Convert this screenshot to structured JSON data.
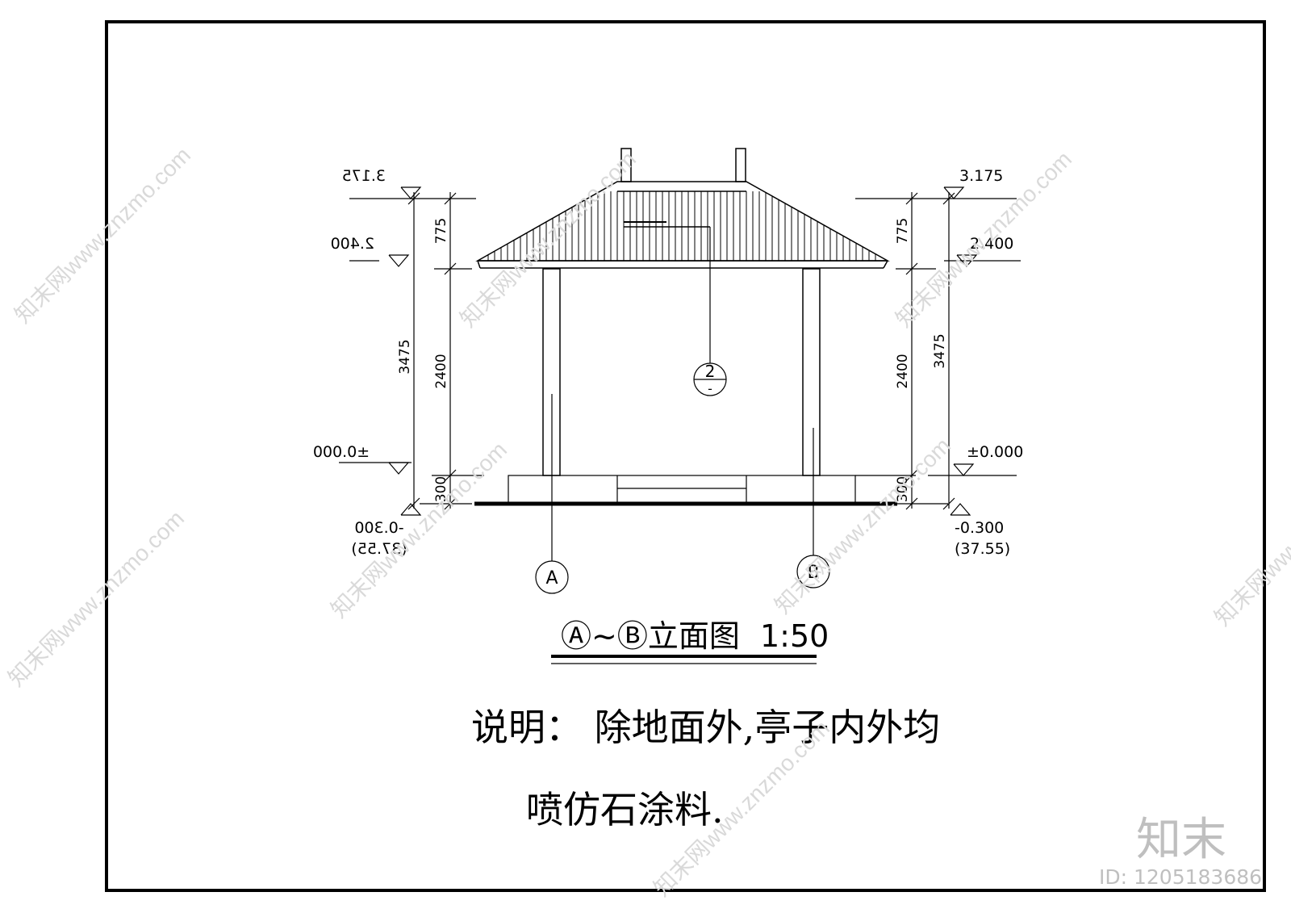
{
  "drawing": {
    "title": "Ⓐ~Ⓑ立面图",
    "scale": "1:50"
  },
  "levels": {
    "left": {
      "roof_top": "3.175",
      "eave": "2.400",
      "floor": "±0.000",
      "ground": "-0.300",
      "ground_abs": "(37.55)"
    },
    "right": {
      "roof_top": "3.175",
      "eave": "2.400",
      "floor": "±0.000",
      "ground": "-0.300",
      "ground_abs": "(37.55)"
    }
  },
  "dimensions": {
    "roof": "775",
    "column_height": "2400",
    "total_height": "3475",
    "plinth": "300"
  },
  "axes": {
    "a": "A",
    "b": "B"
  },
  "section_marker": {
    "number": "2",
    "sheet": "-"
  },
  "notes": {
    "line1": "说明：  除地面外,亭子内外均",
    "line2": "喷仿石涂料."
  },
  "watermark": {
    "text": "知末网www.znzmo.com",
    "brand": "知末",
    "id": "ID: 1205183686"
  }
}
